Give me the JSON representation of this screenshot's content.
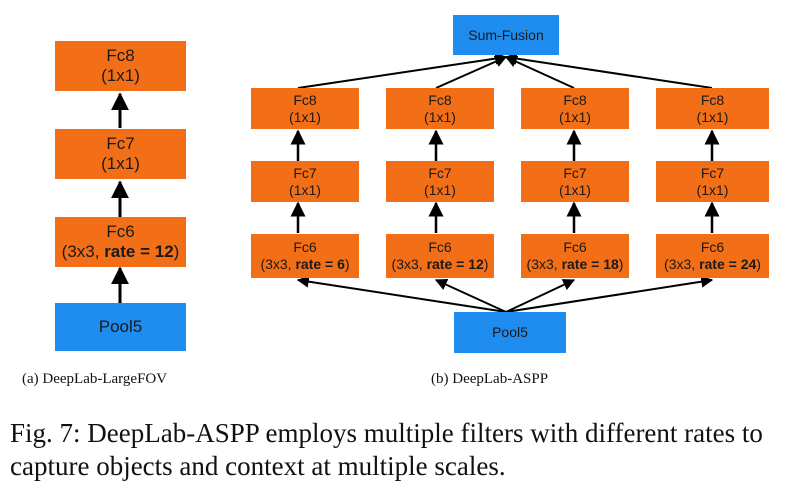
{
  "colors": {
    "conv": "#f36f17",
    "pool": "#1f8cf0",
    "arrow": "#000000"
  },
  "left": {
    "fc8": {
      "name": "Fc8",
      "detail": "(1x1)"
    },
    "fc7": {
      "name": "Fc7",
      "detail": "(1x1)"
    },
    "fc6": {
      "name": "Fc6",
      "detail_prefix": "(3x3, ",
      "detail_rate": "rate = 12",
      "detail_suffix": ")"
    },
    "pool": {
      "name": "Pool5"
    },
    "label": "(a) DeepLab-LargeFOV"
  },
  "right": {
    "fusion": {
      "name": "Sum-Fusion"
    },
    "branches": [
      {
        "fc8": "Fc8",
        "fc8_detail": "(1x1)",
        "fc7": "Fc7",
        "fc7_detail": "(1x1)",
        "fc6": "Fc6",
        "fc6_prefix": "(3x3, ",
        "fc6_rate": "rate = 6",
        "fc6_suffix": ")"
      },
      {
        "fc8": "Fc8",
        "fc8_detail": "(1x1)",
        "fc7": "Fc7",
        "fc7_detail": "(1x1)",
        "fc6": "Fc6",
        "fc6_prefix": "(3x3, ",
        "fc6_rate": "rate = 12",
        "fc6_suffix": ")"
      },
      {
        "fc8": "Fc8",
        "fc8_detail": "(1x1)",
        "fc7": "Fc7",
        "fc7_detail": "(1x1)",
        "fc6": "Fc6",
        "fc6_prefix": "(3x3, ",
        "fc6_rate": "rate = 18",
        "fc6_suffix": ")"
      },
      {
        "fc8": "Fc8",
        "fc8_detail": "(1x1)",
        "fc7": "Fc7",
        "fc7_detail": "(1x1)",
        "fc6": "Fc6",
        "fc6_prefix": "(3x3, ",
        "fc6_rate": "rate = 24",
        "fc6_suffix": ")"
      }
    ],
    "pool": {
      "name": "Pool5"
    },
    "label": "(b) DeepLab-ASPP"
  },
  "caption": "Fig. 7: DeepLab-ASPP employs multiple filters with different rates to capture objects and context at multiple scales."
}
